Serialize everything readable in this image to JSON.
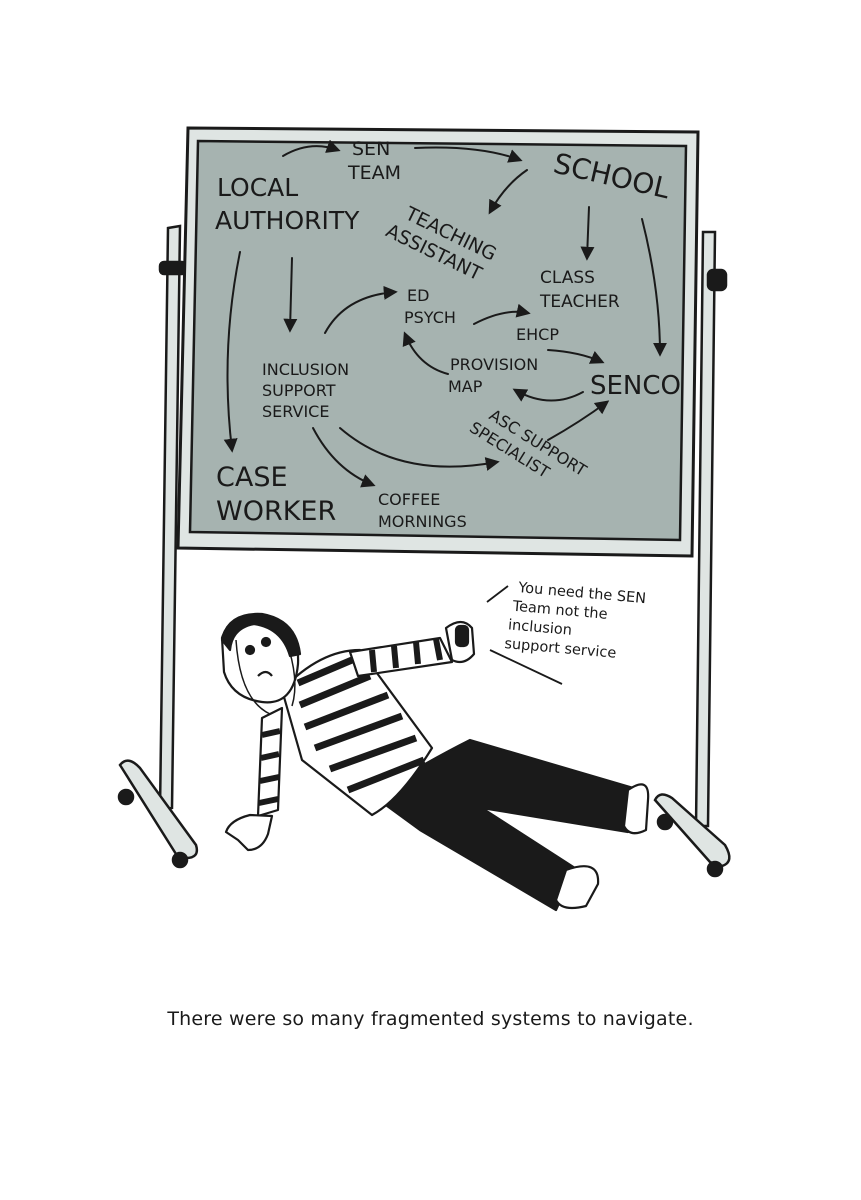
{
  "board": {
    "local_authority": [
      "LOCAL",
      "AUTHORITY"
    ],
    "sen_team": [
      "SEN",
      "TEAM"
    ],
    "school": "SCHOOL",
    "teaching_assistant": [
      "TEACHING",
      "ASSISTANT"
    ],
    "class_teacher": [
      "CLASS",
      "TEACHER"
    ],
    "ed_psych": [
      "ED",
      "PSYCH"
    ],
    "ehcp": "EHCP",
    "inclusion_support_service": [
      "INCLUSION",
      "SUPPORT",
      "SERVICE"
    ],
    "provision_map": [
      "PROVISION",
      "MAP"
    ],
    "senco": "SENCO",
    "asc_support_specialist": [
      "ASC SUPPORT",
      "SPECIALIST"
    ],
    "case_worker": [
      "CASE",
      "WORKER"
    ],
    "coffee_mornings": [
      "COFFEE",
      "MORNINGS"
    ]
  },
  "speech": [
    "You need the SEN",
    "Team not the",
    "inclusion",
    "support service"
  ],
  "caption": "There were so many fragmented systems to navigate.",
  "colors": {
    "board": "#a6b3b0",
    "frame": "#dfe5e3",
    "ink": "#1a1a1a",
    "paper": "#ffffff"
  }
}
